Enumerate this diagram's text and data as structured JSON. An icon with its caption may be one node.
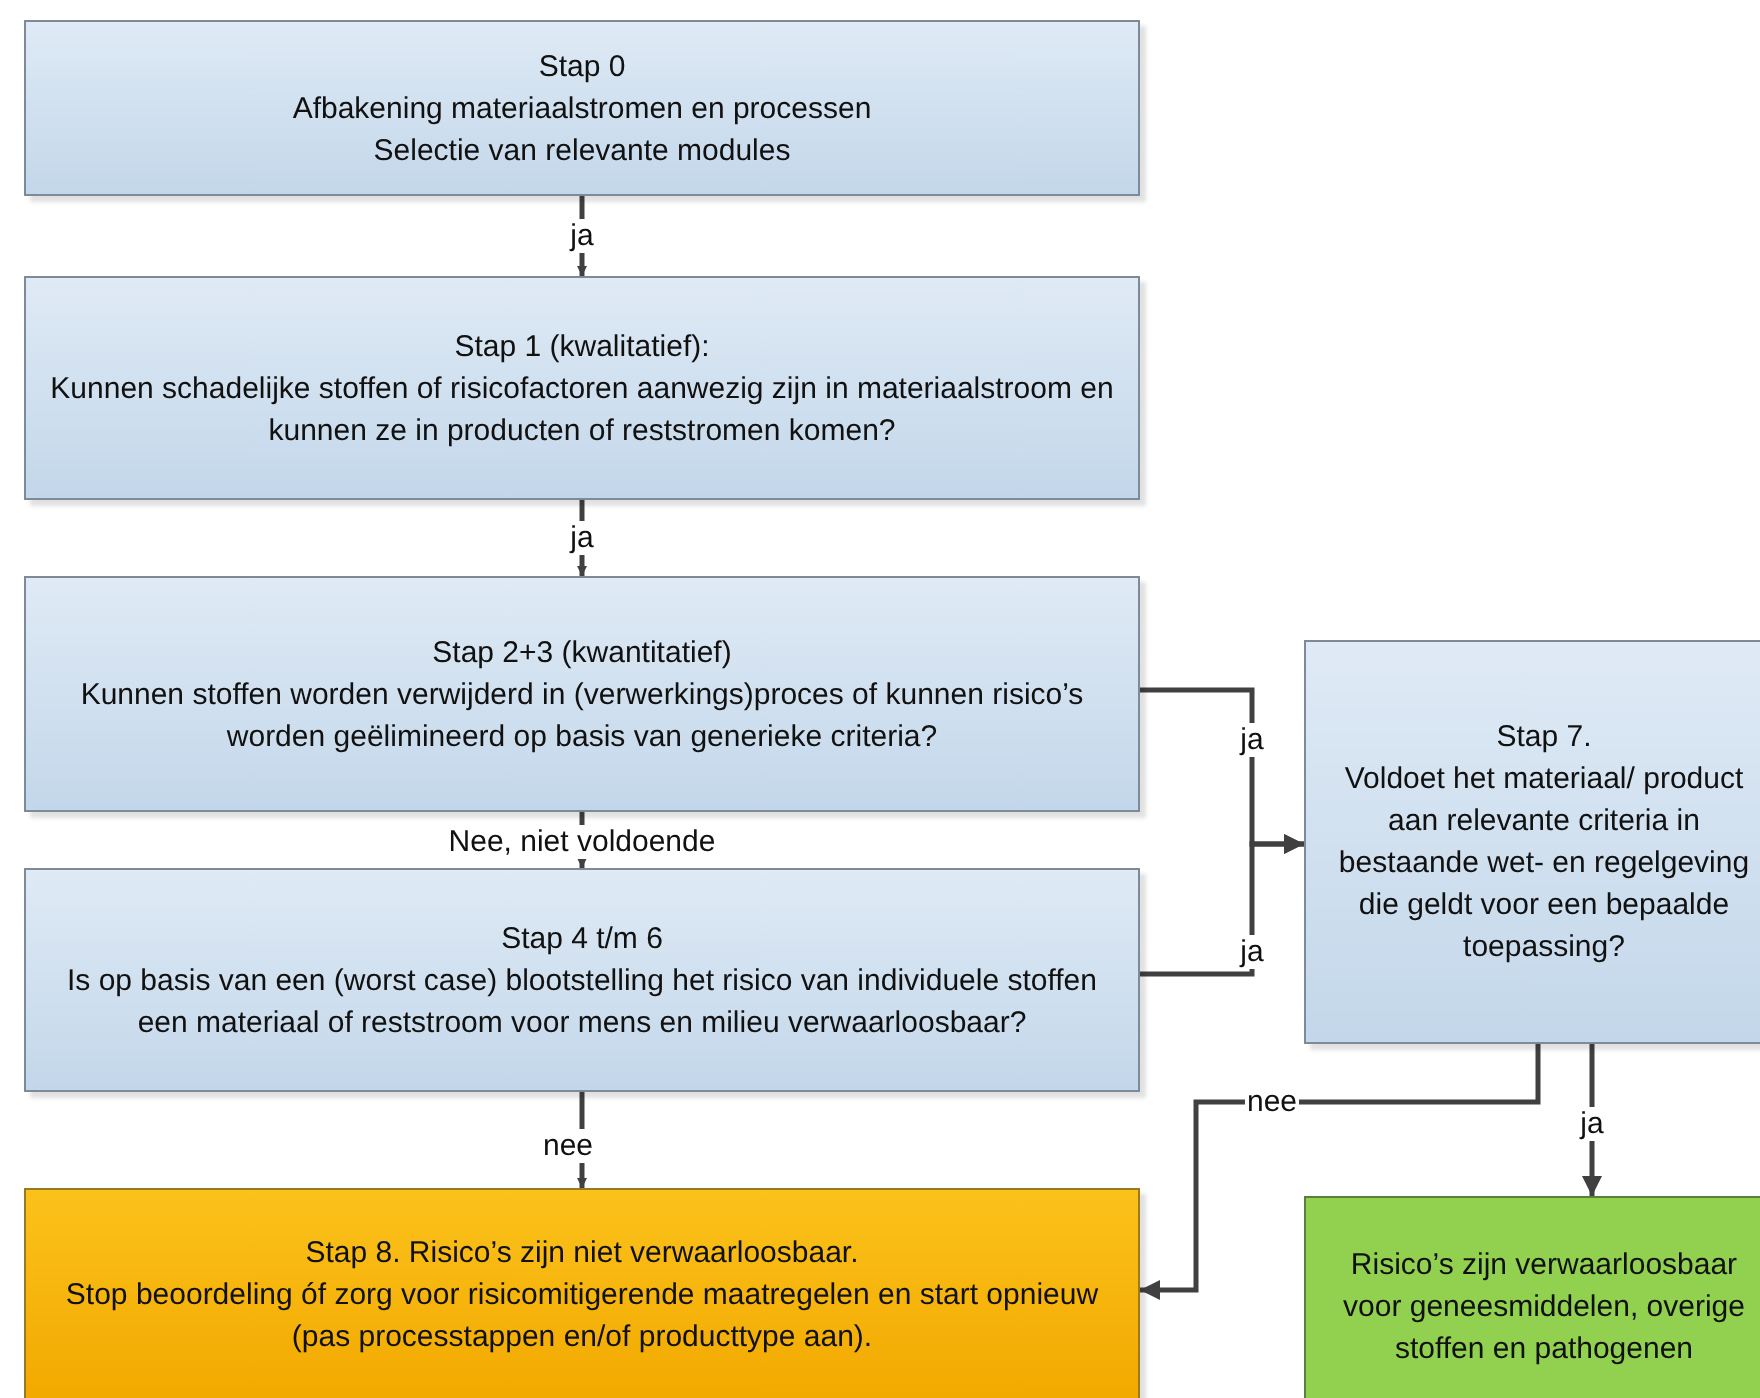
{
  "diagram": {
    "nodes": [
      {
        "text": [
          "Stap 0",
          "Afbakening materiaalstromen en processen",
          "Selectie van relevante modules"
        ]
      },
      {
        "text": [
          "Stap 1 (kwalitatief):",
          "Kunnen schadelijke stoffen of risicofactoren aanwezig zijn in materiaalstroom en kunnen ze in producten of reststromen komen?"
        ]
      },
      {
        "text": [
          "Stap 2+3 (kwantitatief)",
          "Kunnen stoffen worden verwijderd in (verwerkings)proces of kunnen risico’s worden geëlimineerd op basis van generieke criteria?"
        ]
      },
      {
        "text": [
          "Stap 7.",
          "Voldoet het materiaal/ product aan relevante criteria in bestaande wet- en regelgeving die geldt voor een bepaalde toepassing?"
        ]
      },
      {
        "text": [
          "Stap 4 t/m 6",
          "Is op basis van een (worst case) blootstelling het risico van individuele stoffen een materiaal of reststroom voor mens en milieu verwaarloosbaar?"
        ]
      },
      {
        "text": [
          "Stap 8. Risico’s zijn niet verwaarloosbaar.",
          "Stop beoordeling óf zorg voor risicomitigerende maatregelen en start opnieuw (pas processtappen en/of producttype aan)."
        ]
      },
      {
        "text": [
          "Risico’s zijn verwaarloosbaar voor geneesmiddelen, overige stoffen en pathogenen"
        ]
      }
    ],
    "edges": [
      {
        "from": 0,
        "to": 1,
        "arrow": "to",
        "label": "ja"
      },
      {
        "from": 1,
        "to": 2,
        "arrow": "to",
        "label": "ja"
      },
      {
        "from": 2,
        "to": 4,
        "arrow": "to",
        "label": "Nee, niet voldoende"
      },
      {
        "from": 2,
        "to": 3,
        "arrow": "to",
        "label": "ja"
      },
      {
        "from": 4,
        "to": 3,
        "arrow": "to",
        "label": "ja"
      },
      {
        "from": 4,
        "to": 5,
        "arrow": "to",
        "label": "nee"
      },
      {
        "from": 3,
        "to": 5,
        "arrow": "to",
        "label": "nee"
      },
      {
        "from": 3,
        "to": 6,
        "arrow": "to",
        "label": "ja"
      }
    ]
  }
}
